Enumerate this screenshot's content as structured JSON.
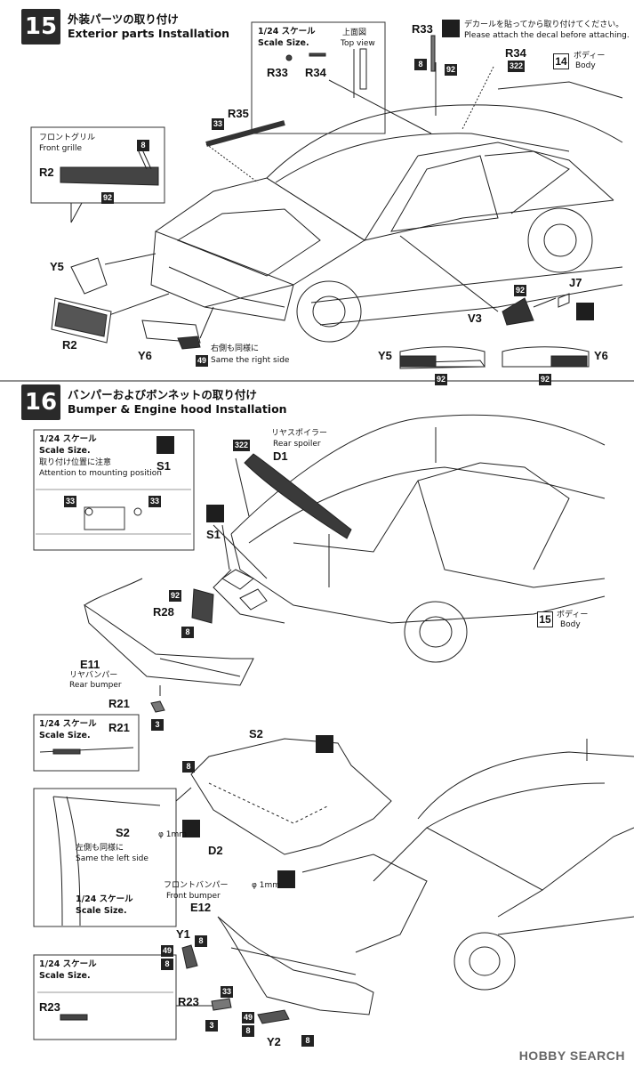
{
  "step15": {
    "number": "15",
    "title_jp": "外装パーツの取り付け",
    "title_en": "Exterior parts Installation",
    "scale_box": {
      "title_jp": "1/24 スケール",
      "title_en": "Scale Size.",
      "view_jp": "上面図",
      "view_en": "Top view",
      "part_a": "R33",
      "part_b": "R34"
    },
    "decal_note_jp": "デカールを貼ってから取り付けてください。",
    "decal_note_en": "Please attach the decal before attaching.",
    "body_ref": {
      "num": "14",
      "jp": "ボディー",
      "en": "Body"
    },
    "front_grille": {
      "jp": "フロントグリル",
      "en": "Front grille",
      "part": "R2",
      "badge_top": "8",
      "badge_bottom": "92"
    },
    "parts": {
      "r33": "R33",
      "r34": "R34",
      "r35": "R35",
      "y5": "Y5",
      "r2": "R2",
      "y6": "Y6",
      "v3": "V3",
      "j7": "J7"
    },
    "badges": {
      "r35": "33",
      "r33_a": "8",
      "r33_b": "92",
      "r34": "322",
      "v3": "92",
      "y6_side": "49",
      "y5_bottom": "92",
      "y6_bottom": "92"
    },
    "right_side_jp": "右側も同様に",
    "right_side_en": "Same the right side"
  },
  "step16": {
    "number": "16",
    "title_jp": "バンパーおよびボンネットの取り付け",
    "title_en": "Bumper & Engine hood Installation",
    "scale_box": {
      "title_jp": "1/24 スケール",
      "title_en": "Scale Size.",
      "note_jp": "取り付け位置に注意",
      "note_en": "Attention to mounting position",
      "part": "S1",
      "badge_l": "33",
      "badge_r": "33"
    },
    "rear_spoiler": {
      "jp": "リヤスポイラー",
      "en": "Rear spoiler",
      "part": "D1",
      "badge": "322"
    },
    "s1_label": "S1",
    "r28": {
      "part": "R28",
      "badge_a": "92",
      "badge_b": "8"
    },
    "body_ref": {
      "num": "15",
      "jp": "ボディー",
      "en": "Body"
    },
    "rear_bumper": {
      "part": "E11",
      "jp": "リヤバンパー",
      "en": "Rear bumper"
    },
    "r21": {
      "part": "R21",
      "badge": "3"
    },
    "r21_box": {
      "title_jp": "1/24 スケール",
      "title_en": "Scale Size.",
      "part": "R21"
    },
    "hood": {
      "s2": "S2",
      "badge_s2": "8",
      "d2": "D2",
      "drill_a": "φ 1mm",
      "drill_b": "φ 1mm"
    },
    "s2_box": {
      "part": "S2",
      "jp": "左側も同様に",
      "en": "Same the left side",
      "title_jp": "1/24 スケール",
      "title_en": "Scale Size."
    },
    "front_bumper": {
      "jp": "フロントバンパー",
      "en": "Front bumper",
      "part": "E12"
    },
    "y1": {
      "part": "Y1",
      "badge_a": "8",
      "badge_b": "49",
      "badge_c": "8"
    },
    "r23_box": {
      "title_jp": "1/24 スケール",
      "title_en": "Scale Size.",
      "part": "R23"
    },
    "r23": {
      "part": "R23",
      "badge": "3",
      "badge_33": "33"
    },
    "y2": {
      "part": "Y2",
      "badge_a": "49",
      "badge_b": "8",
      "badge_c": "8"
    }
  },
  "watermark": "HOBBY SEARCH"
}
